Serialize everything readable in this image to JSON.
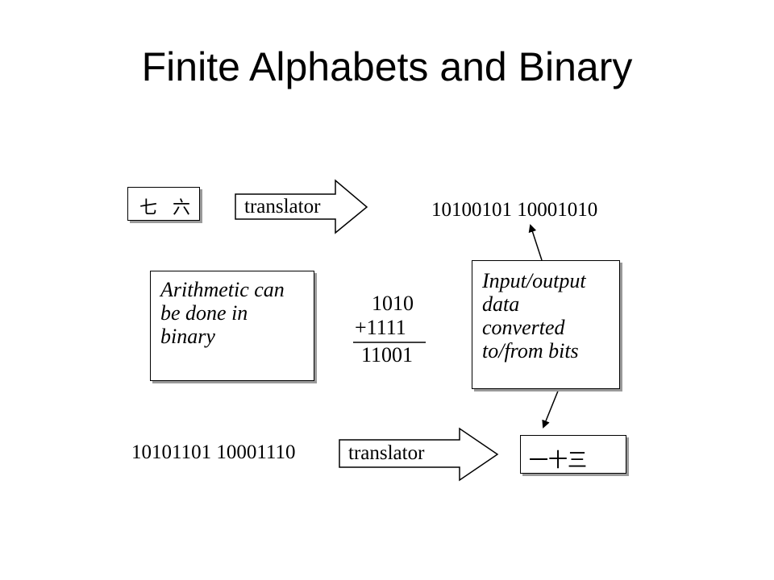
{
  "title": "Finite Alphabets and Binary",
  "top_row": {
    "input_chars": "七 六",
    "translator_label": "translator",
    "output_bits": "10100101 10001010"
  },
  "arithmetic_note": {
    "lines": [
      "Arithmetic can",
      "be done in",
      "binary"
    ]
  },
  "binary_sum": {
    "operand1": "1010",
    "operand2": "+1111",
    "result": "11001"
  },
  "io_note": {
    "lines": [
      "Input/output",
      "data",
      "converted",
      "to/from bits"
    ]
  },
  "bottom_row": {
    "input_bits": "10101101 10001110",
    "translator_label": "translator",
    "output_chars": "一十三"
  }
}
